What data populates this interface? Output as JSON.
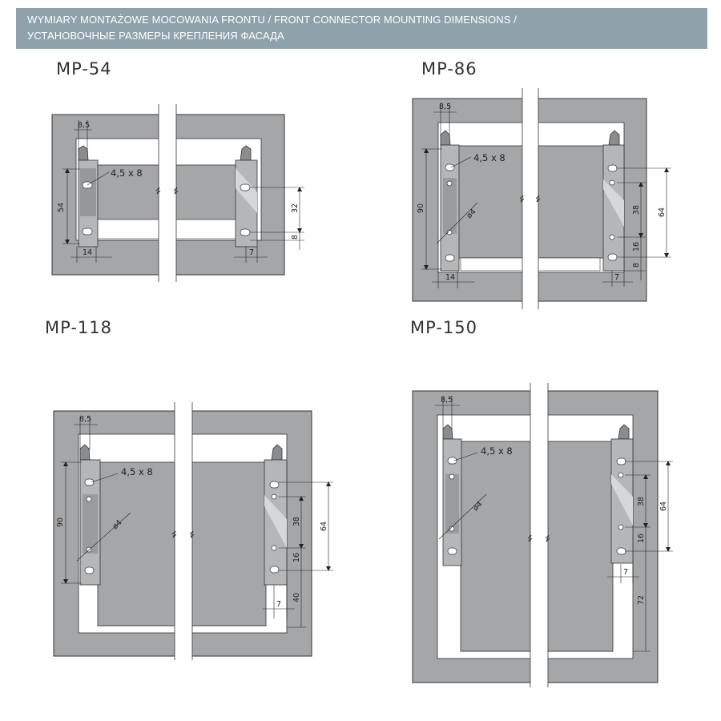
{
  "header": {
    "line1": "WYMIARY MONTAŻOWE MOCOWANIA FRONTU / FRONT CONNECTOR MOUNTING DIMENSIONS /",
    "line2": "УСТАНОВОЧНЫЕ РАЗМЕРЫ КРЕПЛЕНИЯ ФАСАДА"
  },
  "colors": {
    "header_bg": "#8fa2ab",
    "panel": "#a4a6a8",
    "bracket": "#b4b6b8",
    "line": "#2a2a2a"
  },
  "models": [
    {
      "name": "MP-54",
      "dims": {
        "offset": "8,5",
        "hole": "4,5 x 8",
        "height": "54",
        "spacing": "32",
        "bottom": "8",
        "left_inset": "14",
        "right_inset": "7"
      }
    },
    {
      "name": "MP-86",
      "dims": {
        "offset": "8,5",
        "hole": "4,5 x 8",
        "dia": "ø4",
        "height": "90",
        "spacing": "64",
        "inner": "38",
        "lower": "16",
        "bottom": "8",
        "left_inset": "14",
        "right_inset": "7"
      }
    },
    {
      "name": "MP-118",
      "dims": {
        "offset": "8,5",
        "hole": "4,5 x 8",
        "dia": "ø4",
        "height": "90",
        "spacing": "64",
        "inner": "38",
        "lower": "16",
        "bottom": "40",
        "right_inset": "7"
      }
    },
    {
      "name": "MP-150",
      "dims": {
        "offset": "8,5",
        "hole": "4,5 x 8",
        "dia": "ø4",
        "spacing": "64",
        "inner": "38",
        "lower": "16",
        "bottom": "72",
        "right_inset": "7"
      }
    }
  ]
}
